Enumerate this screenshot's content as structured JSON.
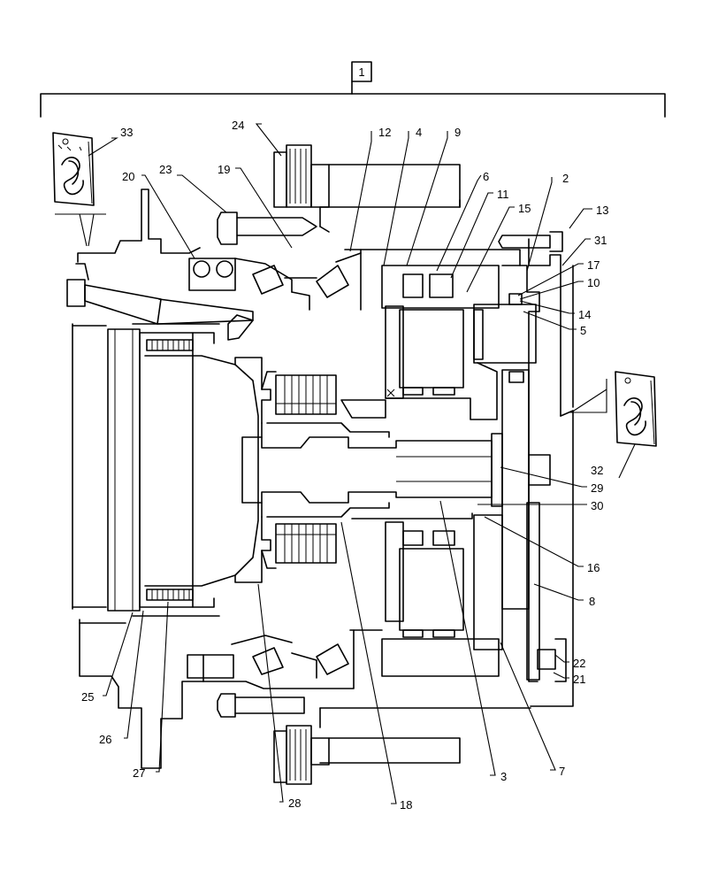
{
  "diagram": {
    "assembly_label": "1",
    "callouts": [
      {
        "id": "33",
        "text": "33"
      },
      {
        "id": "24",
        "text": "24"
      },
      {
        "id": "12",
        "text": "12"
      },
      {
        "id": "4",
        "text": "4"
      },
      {
        "id": "9",
        "text": "9"
      },
      {
        "id": "20",
        "text": "20"
      },
      {
        "id": "23",
        "text": "23"
      },
      {
        "id": "19",
        "text": "19"
      },
      {
        "id": "6",
        "text": "6"
      },
      {
        "id": "2",
        "text": "2"
      },
      {
        "id": "11",
        "text": "11"
      },
      {
        "id": "15",
        "text": "15"
      },
      {
        "id": "13",
        "text": "13"
      },
      {
        "id": "31",
        "text": "31"
      },
      {
        "id": "17",
        "text": "17"
      },
      {
        "id": "10",
        "text": "10"
      },
      {
        "id": "14",
        "text": "14"
      },
      {
        "id": "5",
        "text": "5"
      },
      {
        "id": "32",
        "text": "32"
      },
      {
        "id": "29",
        "text": "29"
      },
      {
        "id": "30",
        "text": "30"
      },
      {
        "id": "16",
        "text": "16"
      },
      {
        "id": "8",
        "text": "8"
      },
      {
        "id": "22",
        "text": "22"
      },
      {
        "id": "21",
        "text": "21"
      },
      {
        "id": "25",
        "text": "25"
      },
      {
        "id": "26",
        "text": "26"
      },
      {
        "id": "27",
        "text": "27"
      },
      {
        "id": "28",
        "text": "28"
      },
      {
        "id": "18",
        "text": "18"
      },
      {
        "id": "3",
        "text": "3"
      },
      {
        "id": "7",
        "text": "7"
      }
    ],
    "icons": [
      "lubricant-bag-icon"
    ]
  }
}
